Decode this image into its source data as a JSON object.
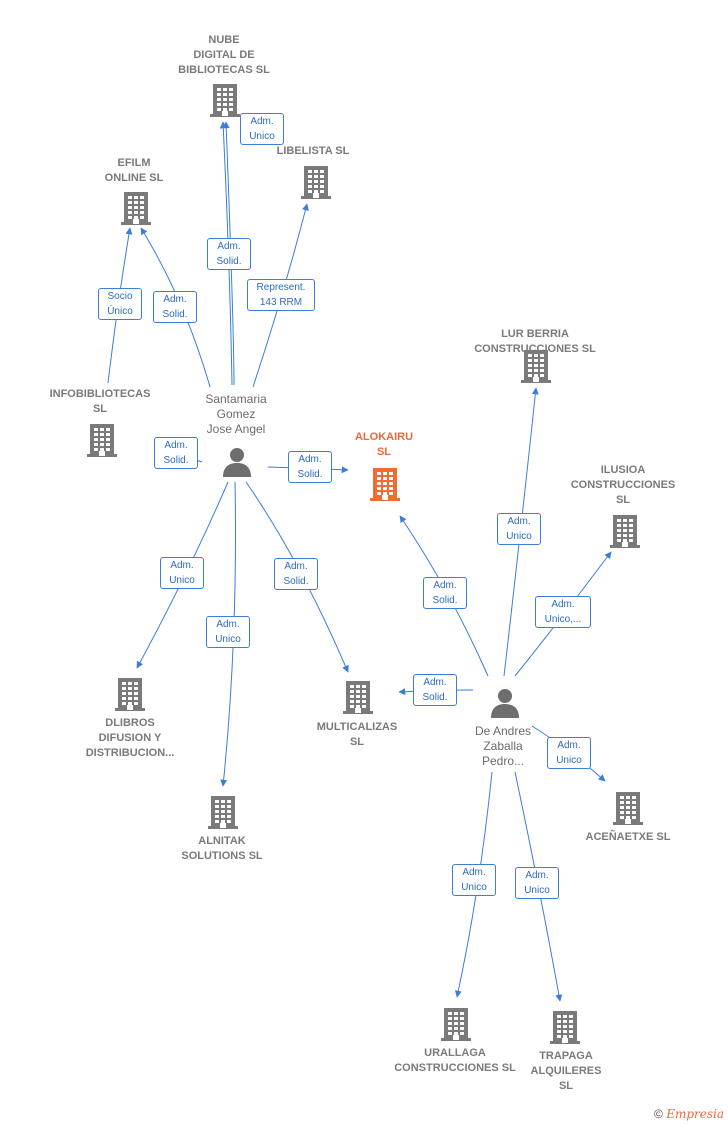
{
  "colors": {
    "edge": "#3a7ed8",
    "building": "#7a7a7a",
    "focus": "#f26b35",
    "person": "#6e6e6e"
  },
  "nodes": [
    {
      "id": "nube",
      "type": "company",
      "lines": [
        "NUBE",
        "DIGITAL DE",
        "BIBLIOTECAS SL"
      ]
    },
    {
      "id": "libelista",
      "type": "company",
      "lines": [
        "LIBELISTA  SL"
      ]
    },
    {
      "id": "efilm",
      "type": "company",
      "lines": [
        "EFILM",
        "ONLINE  SL"
      ]
    },
    {
      "id": "infobibliotecas",
      "type": "company",
      "lines": [
        "INFOBIBLIOTECAS",
        "SL"
      ]
    },
    {
      "id": "santamaria",
      "type": "person",
      "lines": [
        "Santamaria",
        "Gomez",
        "Jose Angel"
      ]
    },
    {
      "id": "alokairu",
      "type": "company",
      "focus": true,
      "lines": [
        "ALOKAIRU",
        "SL"
      ]
    },
    {
      "id": "lurberria",
      "type": "company",
      "lines": [
        "LUR BERRIA",
        "CONSTRUCCIONES SL"
      ]
    },
    {
      "id": "ilusioa",
      "type": "company",
      "lines": [
        "ILUSIOA",
        "CONSTRUCCIONES",
        "SL"
      ]
    },
    {
      "id": "dlibros",
      "type": "company",
      "lines": [
        "DLIBROS",
        "DIFUSION Y",
        "DISTRIBUCION..."
      ]
    },
    {
      "id": "multicalizas",
      "type": "company",
      "lines": [
        "MULTICALIZAS",
        "SL"
      ]
    },
    {
      "id": "deandres",
      "type": "person",
      "lines": [
        "De Andres",
        "Zaballa",
        "Pedro..."
      ]
    },
    {
      "id": "alnitak",
      "type": "company",
      "lines": [
        "ALNITAK",
        "SOLUTIONS  SL"
      ]
    },
    {
      "id": "acenaetxe",
      "type": "company",
      "lines": [
        "ACEÑAETXE SL"
      ]
    },
    {
      "id": "urallaga",
      "type": "company",
      "lines": [
        "URALLAGA",
        "CONSTRUCCIONES SL"
      ]
    },
    {
      "id": "trapaga",
      "type": "company",
      "lines": [
        "TRAPAGA",
        "ALQUILERES",
        "SL"
      ]
    }
  ],
  "edges": [
    {
      "from": "santamaria",
      "to": "nube",
      "label": [
        "Adm.",
        "Unico"
      ]
    },
    {
      "from": "santamaria",
      "to": "nube",
      "label": [
        "Adm.",
        "Solid."
      ]
    },
    {
      "from": "santamaria",
      "to": "libelista",
      "label": [
        "Represent.",
        "143 RRM"
      ]
    },
    {
      "from": "santamaria",
      "to": "efilm",
      "label": [
        "Socio",
        "Único"
      ]
    },
    {
      "from": "santamaria",
      "to": "efilm",
      "label": [
        "Adm.",
        "Solid."
      ]
    },
    {
      "from": "santamaria",
      "to": "infobibliotecas",
      "label": [
        "Adm.",
        "Solid."
      ]
    },
    {
      "from": "santamaria",
      "to": "alokairu",
      "label": [
        "Adm.",
        "Solid."
      ]
    },
    {
      "from": "santamaria",
      "to": "dlibros",
      "label": [
        "Adm.",
        "Unico"
      ]
    },
    {
      "from": "santamaria",
      "to": "alnitak",
      "label": [
        "Adm.",
        "Unico"
      ]
    },
    {
      "from": "santamaria",
      "to": "multicalizas",
      "label": [
        "Adm.",
        "Solid."
      ]
    },
    {
      "from": "deandres",
      "to": "alokairu",
      "label": [
        "Adm.",
        "Solid."
      ]
    },
    {
      "from": "deandres",
      "to": "lurberria",
      "label": [
        "Adm.",
        "Unico"
      ]
    },
    {
      "from": "deandres",
      "to": "ilusioa",
      "label": [
        "Adm.",
        "Unico,..."
      ]
    },
    {
      "from": "deandres",
      "to": "multicalizas",
      "label": [
        "Adm.",
        "Solid."
      ]
    },
    {
      "from": "deandres",
      "to": "acenaetxe",
      "label": [
        "Adm.",
        "Unico"
      ]
    },
    {
      "from": "deandres",
      "to": "urallaga",
      "label": [
        "Adm.",
        "Unico"
      ]
    },
    {
      "from": "deandres",
      "to": "trapaga",
      "label": [
        "Adm.",
        "Unico"
      ]
    }
  ],
  "footer": {
    "copyright": "©",
    "brand": "Empresia"
  }
}
